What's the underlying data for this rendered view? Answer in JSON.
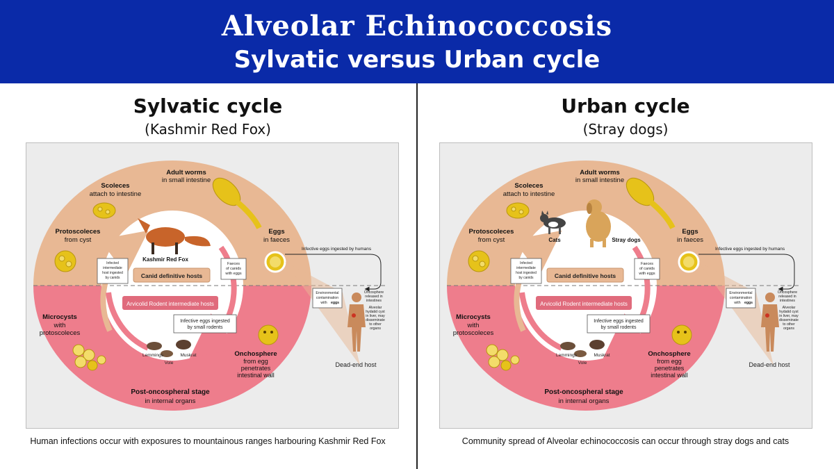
{
  "header": {
    "title": "Alveolar Echinococcosis",
    "subtitle": "Sylvatic versus Urban cycle"
  },
  "panels": [
    {
      "title": "Sylvatic cycle",
      "subtitle": "(Kashmir Red Fox)",
      "caption": "Human infections occur with exposures to mountainous ranges harbouring Kashmir Red Fox",
      "definitive_animals": [
        "Kashmir Red Fox"
      ],
      "diagram": {
        "adult_worms_bold": "Adult worms",
        "adult_worms_sub": "in small intestine",
        "scoleces_bold": "Scoleces",
        "scoleces_sub": "attach to intestine",
        "protoscoleces_bold": "Protoscoleces",
        "protoscoleces_sub": "from cyst",
        "eggs_bold": "Eggs",
        "eggs_sub": "in faeces",
        "infected_host": [
          "Infected",
          "intermediate",
          "host ingested",
          "by canids"
        ],
        "faeces_box": [
          "Faeces",
          "of canids",
          "with eggs"
        ],
        "canid_hosts": "Canid definitive hosts",
        "rodent_hosts": "Arvicolid Rodent intermediate hosts",
        "infective_eggs_rodents": [
          "Infective eggs ingested",
          "by small rodents"
        ],
        "microcysts_bold": "Microcysts",
        "microcysts_sub": [
          "with",
          "protoscoleces"
        ],
        "onchosphere_bold": "Onchosphere",
        "onchosphere_sub": [
          "from egg",
          "penetrates",
          "intestinal wall"
        ],
        "post_onco_bold": "Post-oncospheral stage",
        "post_onco_sub": "in internal organs",
        "lemmings": "Lemmings",
        "vole": "Vole",
        "muskrat": "Muskrat",
        "infective_eggs_humans": "Infective eggs ingested by humans",
        "environmental": [
          "Environmental",
          "contamination",
          "with"
        ],
        "eggs_word": "eggs",
        "oncosphere_released": [
          "Oncosphere",
          "released in",
          "intestines"
        ],
        "alveolar_cyst": [
          "Alveolar",
          "hydatid cyst",
          "in liver, may",
          "disseminate",
          "to other",
          "organs"
        ],
        "dead_end_host": "Dead-end host"
      }
    },
    {
      "title": "Urban cycle",
      "subtitle": "(Stray dogs)",
      "caption": "Community spread of Alveolar echinococcosis can occur through stray dogs and cats",
      "definitive_animals": [
        "Cats",
        "Stray dogs"
      ],
      "diagram": {
        "adult_worms_bold": "Adult worms",
        "adult_worms_sub": "in small intestine",
        "scoleces_bold": "Scoleces",
        "scoleces_sub": "attach to intestine",
        "protoscoleces_bold": "Protoscoleces",
        "protoscoleces_sub": "from cyst",
        "eggs_bold": "Eggs",
        "eggs_sub": "in faeces",
        "infected_host": [
          "Infected",
          "intermediate",
          "host ingested",
          "by canids"
        ],
        "faeces_box": [
          "Faeces",
          "of canids",
          "with eggs"
        ],
        "canid_hosts": "Canid definitive hosts",
        "rodent_hosts": "Arvicolid Rodent intermediate hosts",
        "infective_eggs_rodents": [
          "Infective eggs ingested",
          "by small rodents"
        ],
        "microcysts_bold": "Microcysts",
        "microcysts_sub": [
          "with",
          "protoscoleces"
        ],
        "onchosphere_bold": "Onchosphere",
        "onchosphere_sub": [
          "from egg",
          "penetrates",
          "intestinal wall"
        ],
        "post_onco_bold": "Post-oncospheral stage",
        "post_onco_sub": "in internal organs",
        "lemmings": "Lemmings",
        "vole": "Vole",
        "muskrat": "Muskrat",
        "infective_eggs_humans": "Infective eggs ingested by humans",
        "environmental": [
          "Environmental",
          "contamination",
          "with"
        ],
        "eggs_word": "eggs",
        "oncosphere_released": [
          "Oncosphere",
          "released in",
          "intestines"
        ],
        "alveolar_cyst": [
          "Alveolar",
          "hydatid cyst",
          "in liver, may",
          "disseminate",
          "to other",
          "organs"
        ],
        "dead_end_host": "Dead-end host"
      }
    }
  ],
  "colors": {
    "banner": "#0a2aa8",
    "definitive_zone": "#e8b894",
    "intermediate_zone": "#ee7d8c",
    "host_box": "#e8b894",
    "rodent_box": "#e06b7c",
    "egg_yellow": "#e6c21a",
    "human_skin": "#c98a5c",
    "arrow_pink": "#ee7d8c"
  }
}
